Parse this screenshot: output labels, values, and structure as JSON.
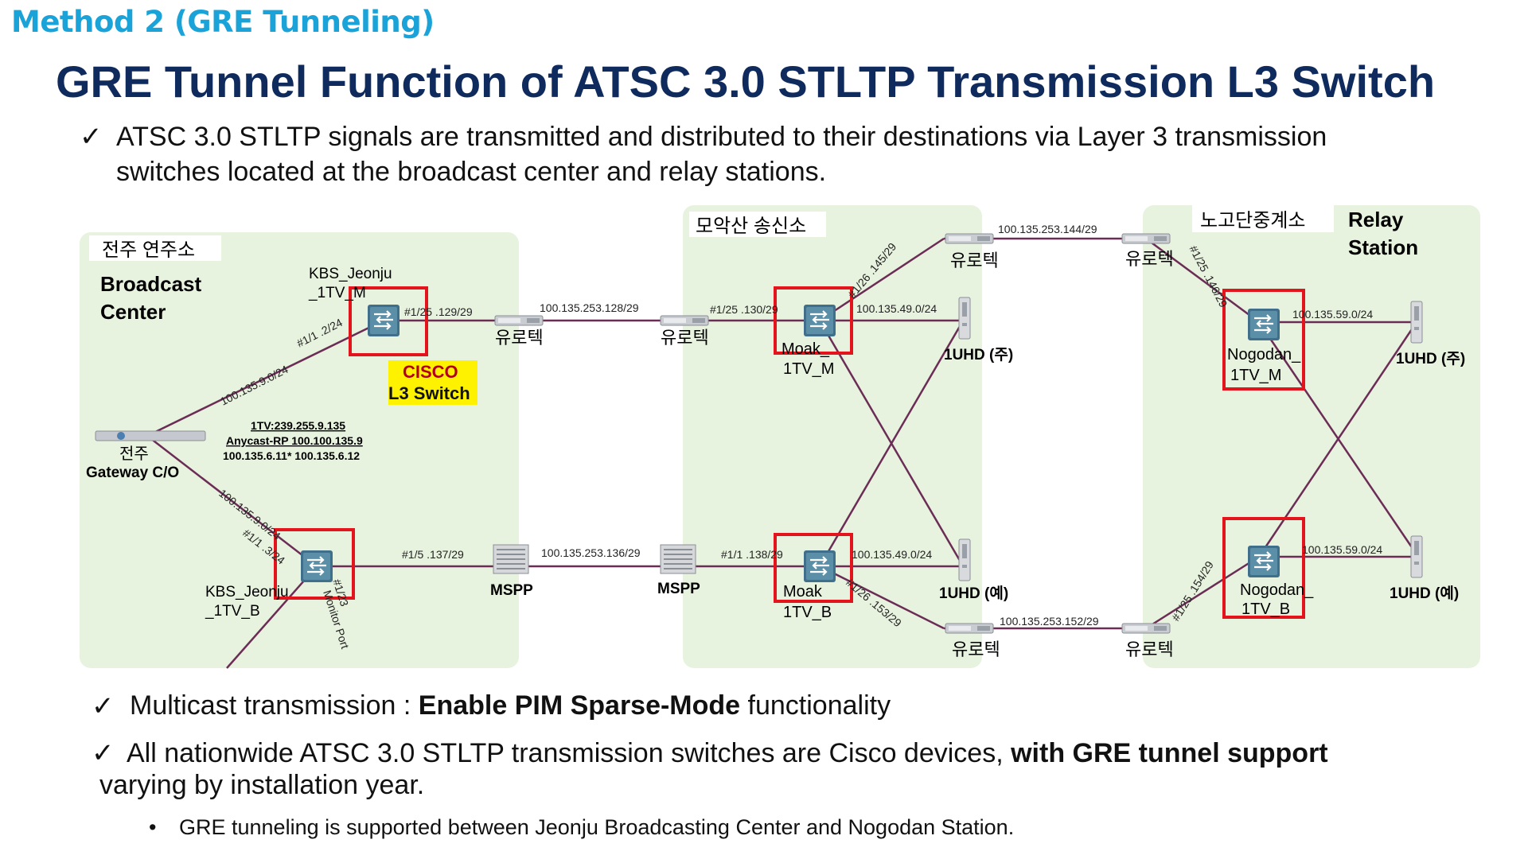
{
  "header": {
    "section": "Method 2 (GRE Tunneling)",
    "title": "GRE Tunnel Function of ATSC 3.0 STLTP Transmission L3 Switch"
  },
  "intro": {
    "check": "✓",
    "line1": "ATSC 3.0 STLTP signals are transmitted and distributed to their destinations via Layer 3 transmission",
    "line2": "switches located at the broadcast center and relay stations."
  },
  "diagram": {
    "zones": {
      "jeonju_title": "전주 연주소",
      "broadcast_center": [
        "Broadcast",
        "Center"
      ],
      "moaksan_title": "모악산 송신소",
      "nogodan_title": "노고단중계소",
      "relay_station": [
        "Relay",
        "Station"
      ]
    },
    "cisco_callout": [
      "CISCO",
      "L3 Switch"
    ],
    "gateway": {
      "name": "전주",
      "sub": "Gateway C/O"
    },
    "multicast_info": [
      "1TV:239.255.9.135",
      "Anycast-RP 100.100.135.9",
      "100.135.6.11* 100.135.6.12"
    ],
    "switches": {
      "kbs_m": [
        "KBS_Jeonju",
        "_1TV_M"
      ],
      "kbs_b": [
        "KBS_Jeonju",
        "_1TV_B"
      ],
      "moak_m": [
        "Moak_",
        "1TV_M"
      ],
      "moak_b": [
        "Moak",
        "1TV_B"
      ],
      "nogodan_m": [
        "Nogodan_",
        "1TV_M"
      ],
      "nogodan_b": [
        "Nogodan_",
        "1TV_B"
      ]
    },
    "routers": {
      "r1": "유로텍",
      "r2": "유로텍",
      "r3": "유로텍",
      "r4": "유로텍",
      "r5": "유로텍",
      "r6": "유로텍"
    },
    "mspp": {
      "m1": "MSPP",
      "m2": "MSPP"
    },
    "uhd": {
      "moak_main": "1UHD (주)",
      "moak_backup": "1UHD (예)",
      "nogo_main": "1UHD (주)",
      "nogo_backup": "1UHD (예)"
    },
    "links": {
      "gw_top_net": "100.135.9.0/24",
      "gw_top_port": "#1/1 .2/24",
      "gw_bot_net": "100.135.9.0/24",
      "gw_bot_port": "#1/1 .3/24",
      "kbsm_port": "#1/25 .129/29",
      "top_wan": "100.135.253.128/29",
      "moakm_port": "#1/25 .130/29",
      "moakm_up": "#1/26 .145/29",
      "moak_lan_top": "100.135.49.0/24",
      "top_relay_wan": "100.135.253.144/29",
      "nogo_m_port": "#1/25 .146/29",
      "nogo_lan_top": "100.135.59.0/24",
      "kbsb_port": "#1/5 .137/29",
      "bot_wan": "100.135.253.136/29",
      "moakb_port": "#1/1 .138/29",
      "moak_lan_bot": "100.135.49.0/24",
      "moakb_down": "#1/26 .153/29",
      "bot_relay_wan": "100.135.253.152/29",
      "nogo_b_port": "#1/25 .154/29",
      "nogo_lan_bot": "100.135.59.0/24",
      "monitor_port": [
        "#1/23",
        "Monitor Port"
      ]
    }
  },
  "bullets": {
    "check": "✓",
    "b1_pre": "Multicast transmission : ",
    "b1_bold": "Enable PIM Sparse-Mode",
    "b1_post": " functionality",
    "b2_pre": "All nationwide ATSC 3.0 STLTP transmission switches are Cisco devices, ",
    "b2_bold": "with GRE tunnel support",
    "b2_line2": "varying by installation year.",
    "b3_dot": "•",
    "b3": "GRE tunneling is supported between Jeonju Broadcasting Center and Nogodan Station."
  },
  "colors": {
    "section": "#1aa3d9",
    "title": "#0f2a5c",
    "zone_fill": "#e8f3df",
    "link": "#6b2d56",
    "highlight_box": "#e3141b",
    "callout_bg": "#fff200"
  }
}
